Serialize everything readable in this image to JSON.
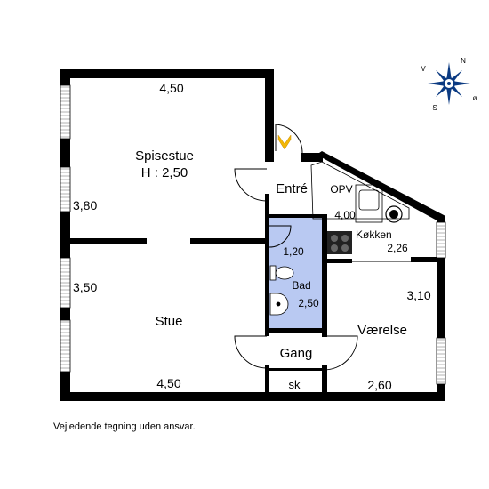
{
  "rooms": {
    "spisestue": {
      "name": "Spisestue",
      "height": "H : 2,50",
      "width": "4,50",
      "depth": "3,80"
    },
    "stue": {
      "name": "Stue",
      "width": "4,50",
      "depth": "3,50"
    },
    "entre": {
      "name": "Entré"
    },
    "opv": {
      "name": "OPV"
    },
    "kokken": {
      "name": "Køkken",
      "dim_a": "4,00",
      "dim_b": "2,26"
    },
    "bad": {
      "name": "Bad",
      "dim_a": "1,20",
      "dim_b": "2,50"
    },
    "vaerelse": {
      "name": "Værelse",
      "dim_a": "3,10",
      "dim_b": "2,60"
    },
    "gang": {
      "name": "Gang"
    },
    "sk": {
      "name": "sk"
    }
  },
  "compass": {
    "n": "N",
    "s": "S",
    "v": "V",
    "o": "ø"
  },
  "colors": {
    "wall": "#000000",
    "bathroom": "#b9c9f2",
    "entrance_marker": "#f2b705"
  },
  "caption": "Vejledende tegning uden ansvar."
}
